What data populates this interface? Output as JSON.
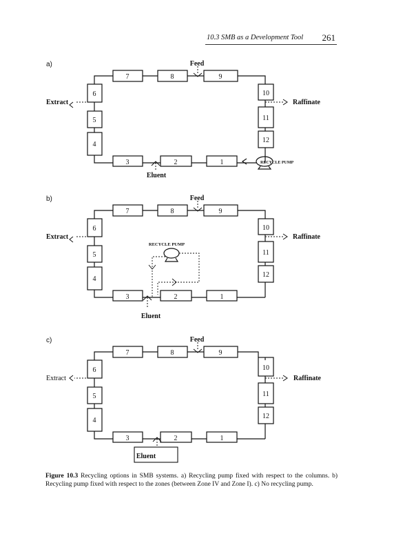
{
  "header": {
    "section_title": "10.3 SMB as a Development Tool",
    "page_number": "261"
  },
  "panels": [
    {
      "label": "a)",
      "feed": "Feed",
      "extract": "Extract",
      "raffinate": "Raffinate",
      "eluent": "Eluent",
      "pump_label": "RECYCLE PUMP",
      "columns": [
        "1",
        "2",
        "3",
        "4",
        "5",
        "6",
        "7",
        "8",
        "9",
        "10",
        "11",
        "12"
      ]
    },
    {
      "label": "b)",
      "feed": "Feed",
      "extract": "Extract",
      "raffinate": "Raffinate",
      "eluent": "Eluent",
      "pump_label": "RECYCLE PUMP",
      "columns": [
        "1",
        "2",
        "3",
        "4",
        "5",
        "6",
        "7",
        "8",
        "9",
        "10",
        "11",
        "12"
      ]
    },
    {
      "label": "c)",
      "feed": "Feed",
      "extract": "Extract",
      "raffinate": "Raffinate",
      "eluent": "Eluent",
      "pump_label": "",
      "columns": [
        "1",
        "2",
        "3",
        "4",
        "5",
        "6",
        "7",
        "8",
        "9",
        "10",
        "11",
        "12"
      ]
    }
  ],
  "caption": {
    "label": "Figure 10.3",
    "text": "Recycling options in SMB systems. a) Recycling pump fixed with respect to the columns. b) Recycling pump fixed with respect to the zones (between Zone IV and Zone I). c) No recycling pump."
  }
}
